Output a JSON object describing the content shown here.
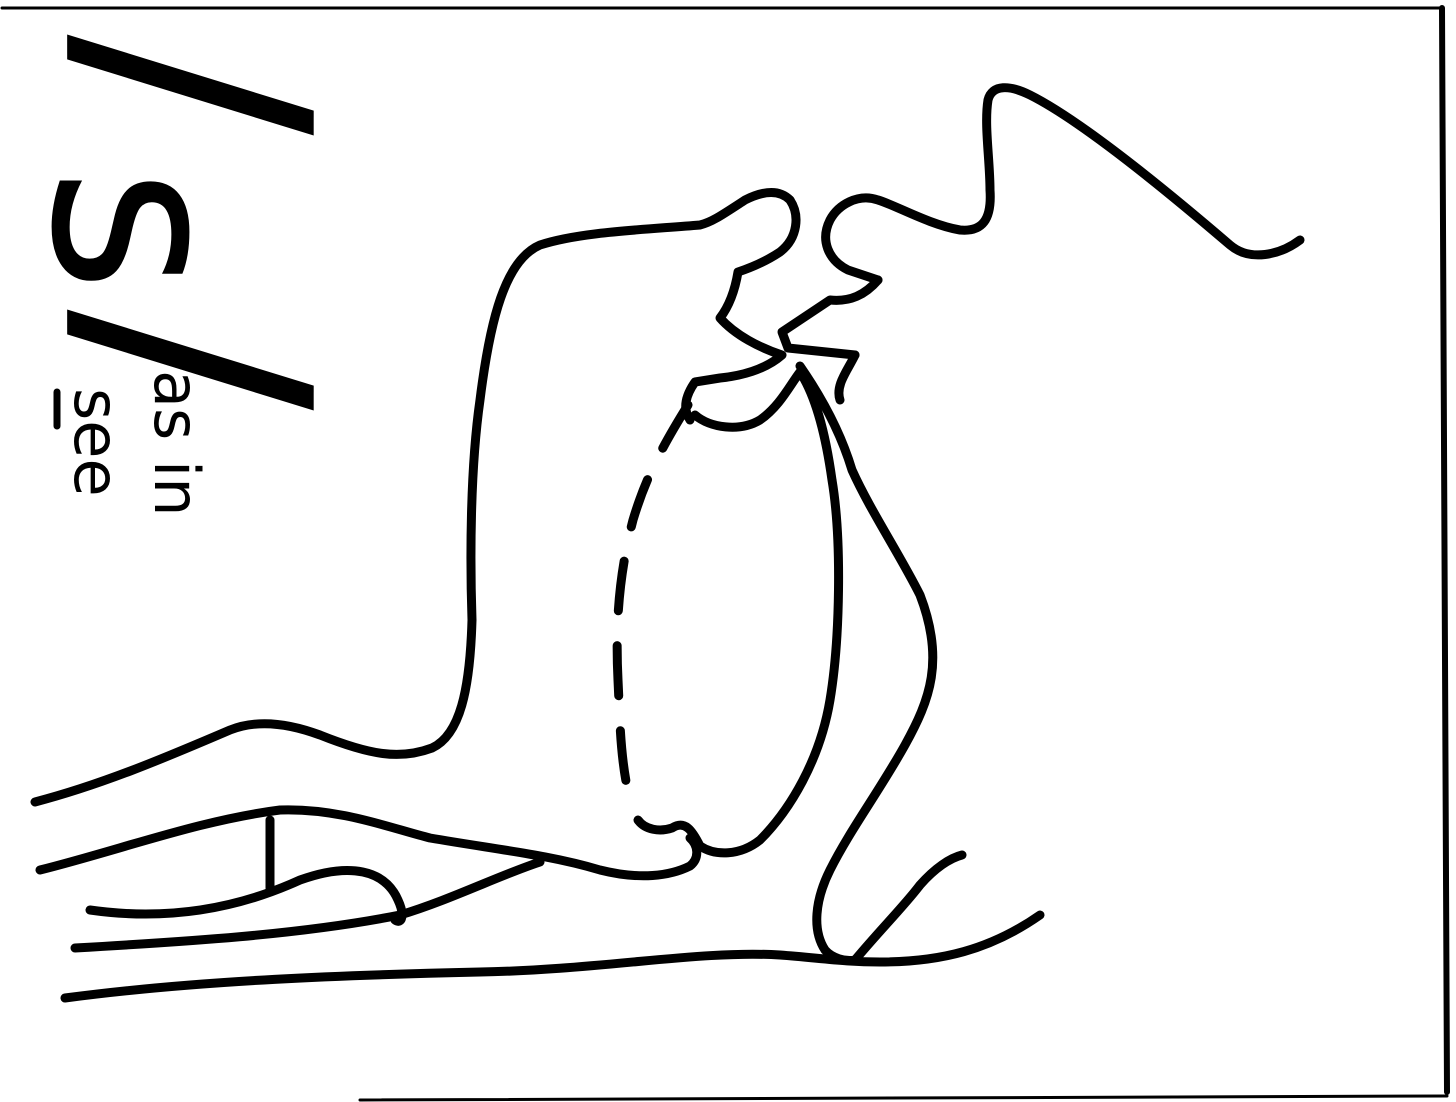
{
  "phoneme": {
    "open_slash": "/",
    "symbol": "s",
    "close_slash": "/",
    "caption_prefix": "as in",
    "example_word": "see",
    "underlined_letter": "s"
  },
  "colors": {
    "ink": "#000000",
    "paper": "#ffffff"
  }
}
